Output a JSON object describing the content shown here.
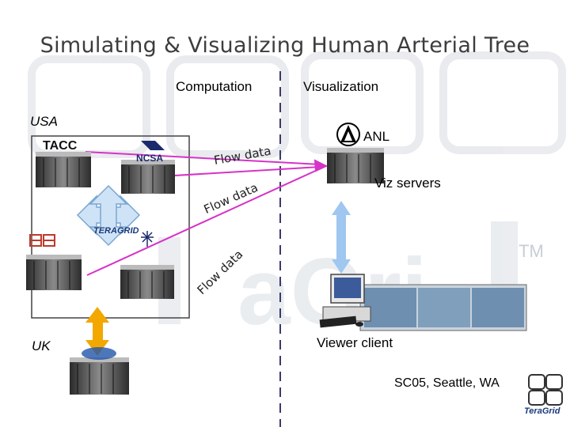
{
  "title": "Simulating & Visualizing Human Arterial Tree",
  "columns": {
    "computation": "Computation",
    "visualization": "Visualization"
  },
  "regions": {
    "usa": "USA",
    "uk": "UK"
  },
  "sites": {
    "anl": "ANL",
    "viz_servers": "Viz servers",
    "viewer_client": "Viewer client"
  },
  "logos": {
    "tacc": "TACC",
    "ncsa": "NCSA",
    "teragrid": "TERAGRID",
    "teragrid_corner": "TeraGrid"
  },
  "flow_labels": [
    "Flow data",
    "Flow data",
    "Flow data"
  ],
  "event": "SC05, Seattle, WA",
  "colors": {
    "flow_arrow": "#d633c8",
    "uk_link": "#f2a800",
    "viz_link": "#9fc7f0",
    "title": "#3d3d3d"
  }
}
